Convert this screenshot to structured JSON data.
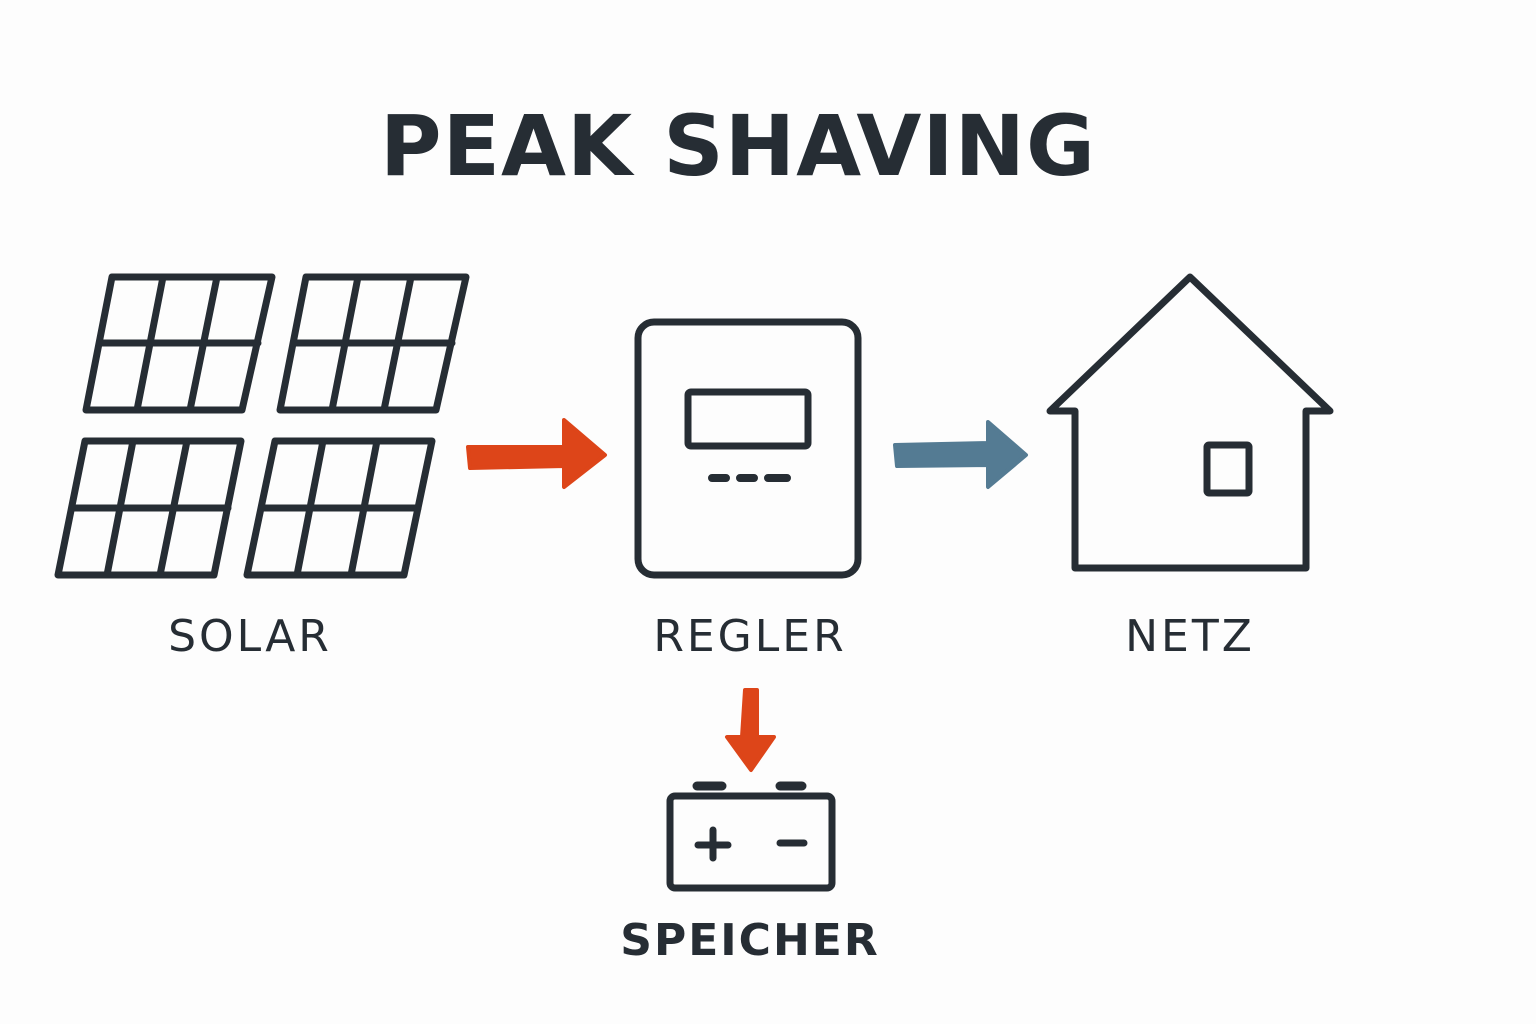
{
  "title": "PEAK SHAVING",
  "nodes": {
    "solar": {
      "label": "SOLAR",
      "icon": "solar-panel-icon"
    },
    "regler": {
      "label": "REGLER",
      "icon": "charge-controller-icon"
    },
    "netz": {
      "label": "NETZ",
      "icon": "house-icon"
    },
    "speicher": {
      "label": "SPEICHER",
      "icon": "battery-icon",
      "terminals": {
        "plus": "+",
        "minus": "−"
      }
    }
  },
  "edges": [
    {
      "from": "solar",
      "to": "regler",
      "color": "#dd4519"
    },
    {
      "from": "regler",
      "to": "netz",
      "color": "#547b93"
    },
    {
      "from": "regler",
      "to": "speicher",
      "color": "#dd4519"
    }
  ],
  "colors": {
    "stroke": "#262d34",
    "accent_orange": "#dd4519",
    "accent_blue": "#547b93",
    "background": "#fdfdfd"
  }
}
